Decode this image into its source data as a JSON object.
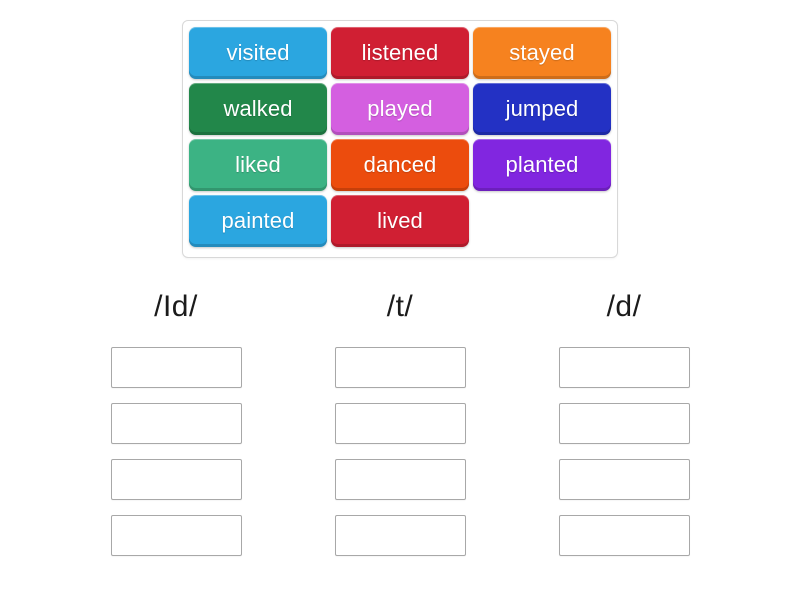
{
  "word_bank": {
    "name": "word-bank",
    "rows": [
      [
        {
          "label": "visited",
          "color": "#2ba6e0"
        },
        {
          "label": "listened",
          "color": "#d01f33"
        },
        {
          "label": "stayed",
          "color": "#f6821f"
        }
      ],
      [
        {
          "label": "walked",
          "color": "#22874a"
        },
        {
          "label": "played",
          "color": "#d濾"
        },
        {
          "label": "jumped",
          "color": "#2331c4"
        }
      ],
      [
        {
          "label": "liked",
          "color": "#3cb384"
        },
        {
          "label": "danced",
          "color": "#ec4c0d"
        },
        {
          "label": "planted",
          "color": "#8126e0"
        }
      ],
      [
        {
          "label": "painted",
          "color": "#2ba6e0"
        },
        {
          "label": "lived",
          "color": "#d01f33"
        },
        {
          "label": "",
          "color": "transparent"
        }
      ]
    ]
  },
  "sort_area": {
    "columns": [
      {
        "header": "/Id/",
        "dropzone_count": 4
      },
      {
        "header": "/t/",
        "dropzone_count": 4
      },
      {
        "header": "/d/",
        "dropzone_count": 4
      }
    ]
  },
  "colors": {
    "blue": "#2ba6e0",
    "crimson": "#d01f33",
    "orange": "#f6821f",
    "dark_green": "#22874a",
    "orchid": "#d45fe0",
    "royal_blue": "#2331c4",
    "sea_green": "#3cb384",
    "orange_red": "#ec4c0d",
    "purple": "#8126e0",
    "container_border": "#d8d8d8",
    "dropzone_border": "#a8a8a8",
    "header_text": "#1b1b1b",
    "tile_text": "#ffffff",
    "background": "#ffffff"
  }
}
